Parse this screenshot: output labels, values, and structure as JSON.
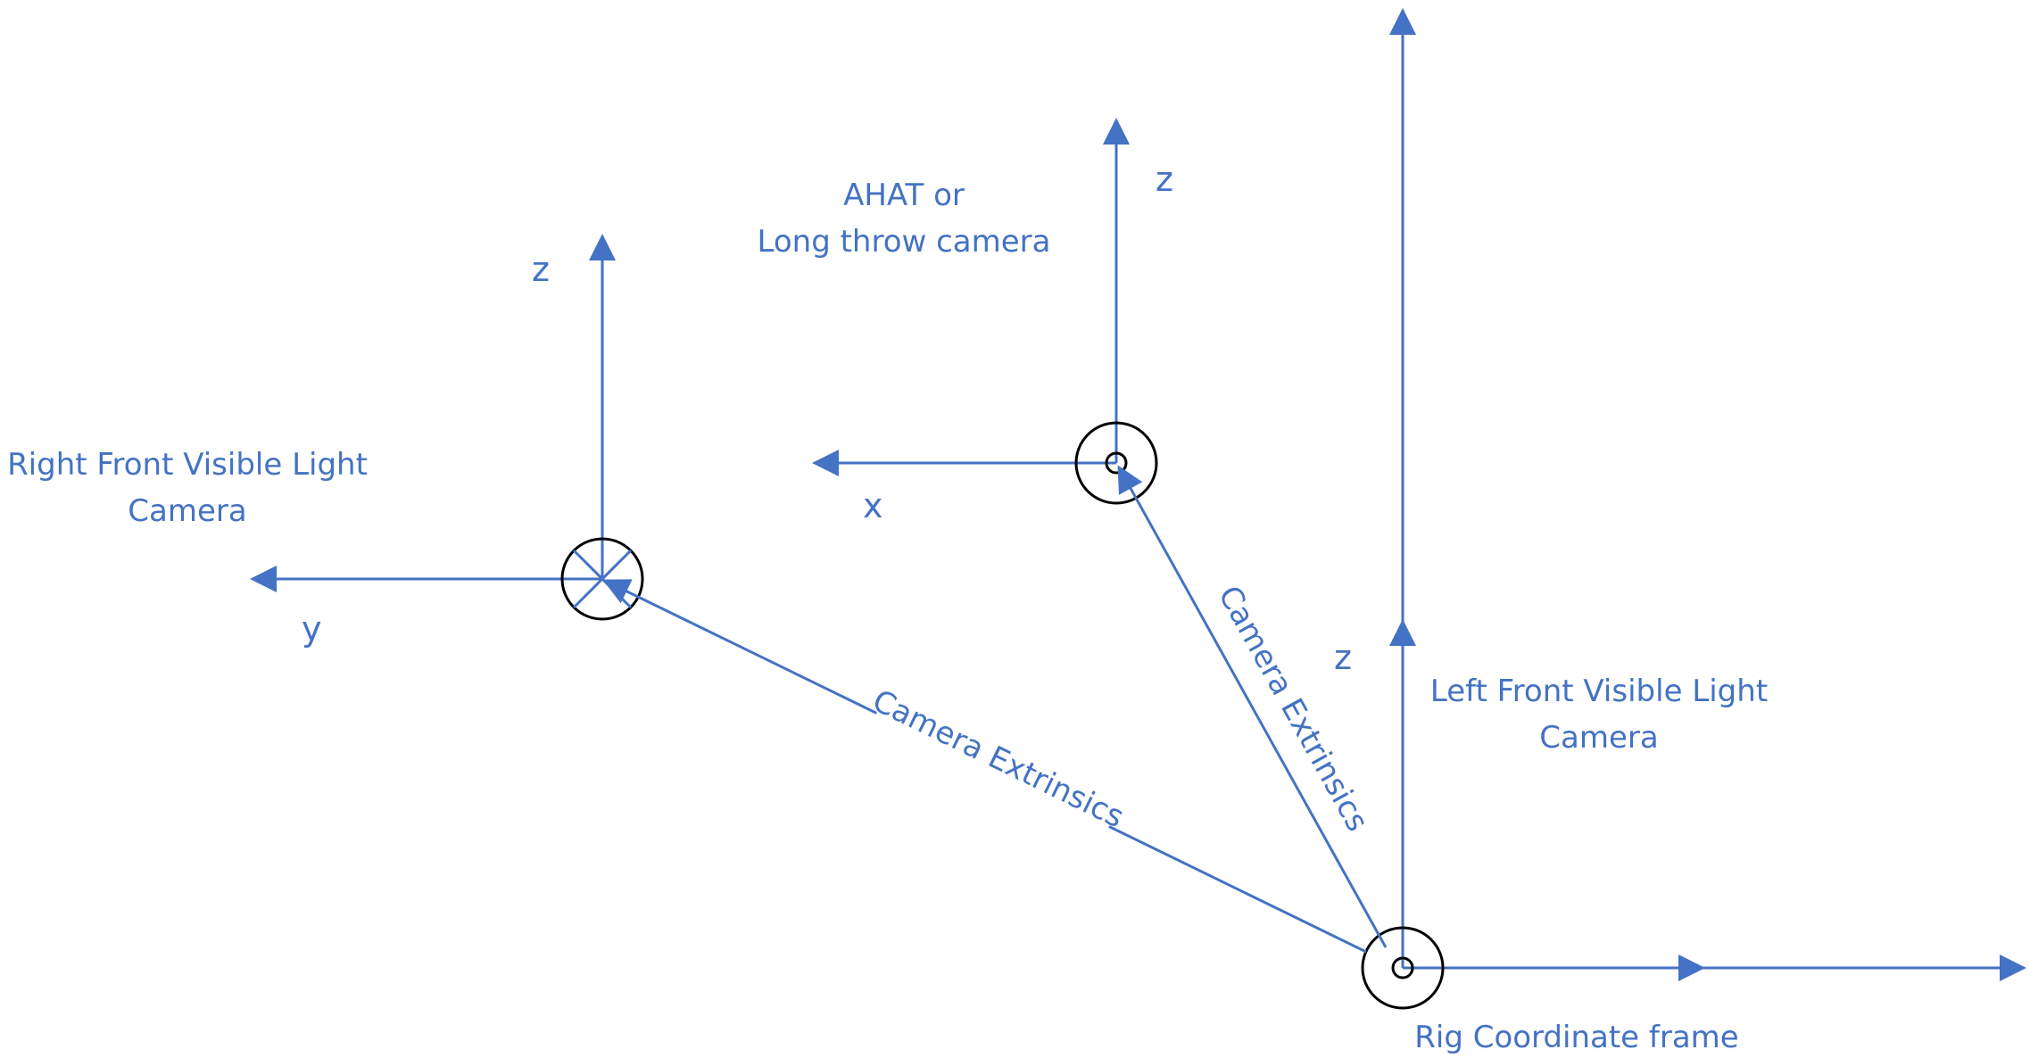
{
  "colors": {
    "line": "#4472C4",
    "symbol": "#000000",
    "background": "#ffffff"
  },
  "labels": {
    "right_camera": [
      "Right Front Visible Light",
      "Camera"
    ],
    "ahat_camera": [
      "AHAT or",
      "Long throw camera"
    ],
    "left_camera": [
      "Left Front Visible Light",
      "Camera"
    ],
    "rig_frame": "Rig Coordinate frame",
    "extrinsics_1": "Camera Extrinsics",
    "extrinsics_2": "Camera Extrinsics"
  },
  "axes": {
    "right_z": "z",
    "right_y": "y",
    "ahat_z": "z",
    "ahat_x": "x",
    "left_z": "z"
  },
  "symbols": {
    "right_camera_origin": "axis-into-page",
    "ahat_camera_origin": "axis-out-of-page",
    "rig_origin": "axis-out-of-page"
  }
}
